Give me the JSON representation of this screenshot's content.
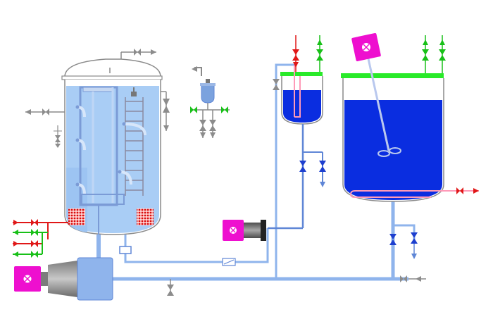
{
  "diagram": {
    "kind": "process-flow schematic",
    "colors": {
      "background": "#ffffff",
      "pipe_main": "#8fb4ec",
      "pipe_dark": "#5f86d6",
      "liquid_light": "#a9cdf5",
      "liquid_dark": "#0a2de0",
      "valve_blue": "#1d3fcf",
      "valve_gray": "#8c8c8c",
      "valve_red": "#e01818",
      "valve_green": "#18c018",
      "motor_magenta": "#ee0fcf",
      "heating_coil": "#ff9ab8",
      "lid_green": "#29ea29",
      "hatch_red": "#d90d0d",
      "outline_gray": "#8a8a8a"
    },
    "components": [
      {
        "id": "main-reactor",
        "icon": "vertical-vessel-with-dish-lid",
        "fill": "light-blue"
      },
      {
        "id": "inner-ladder-column",
        "icon": "internal-ladder"
      },
      {
        "id": "pump-motor-bottom-left",
        "icon": "motor-and-pump"
      },
      {
        "id": "small-filter",
        "icon": "filter-pot"
      },
      {
        "id": "head-tank",
        "icon": "open-tank",
        "fill": "dark-blue"
      },
      {
        "id": "mixing-tank",
        "icon": "agitated-tank-with-coil",
        "fill": "dark-blue"
      },
      {
        "id": "agitator-motor",
        "icon": "motor"
      },
      {
        "id": "transfer-pump",
        "icon": "pump-with-motor"
      }
    ],
    "text_labels": []
  }
}
